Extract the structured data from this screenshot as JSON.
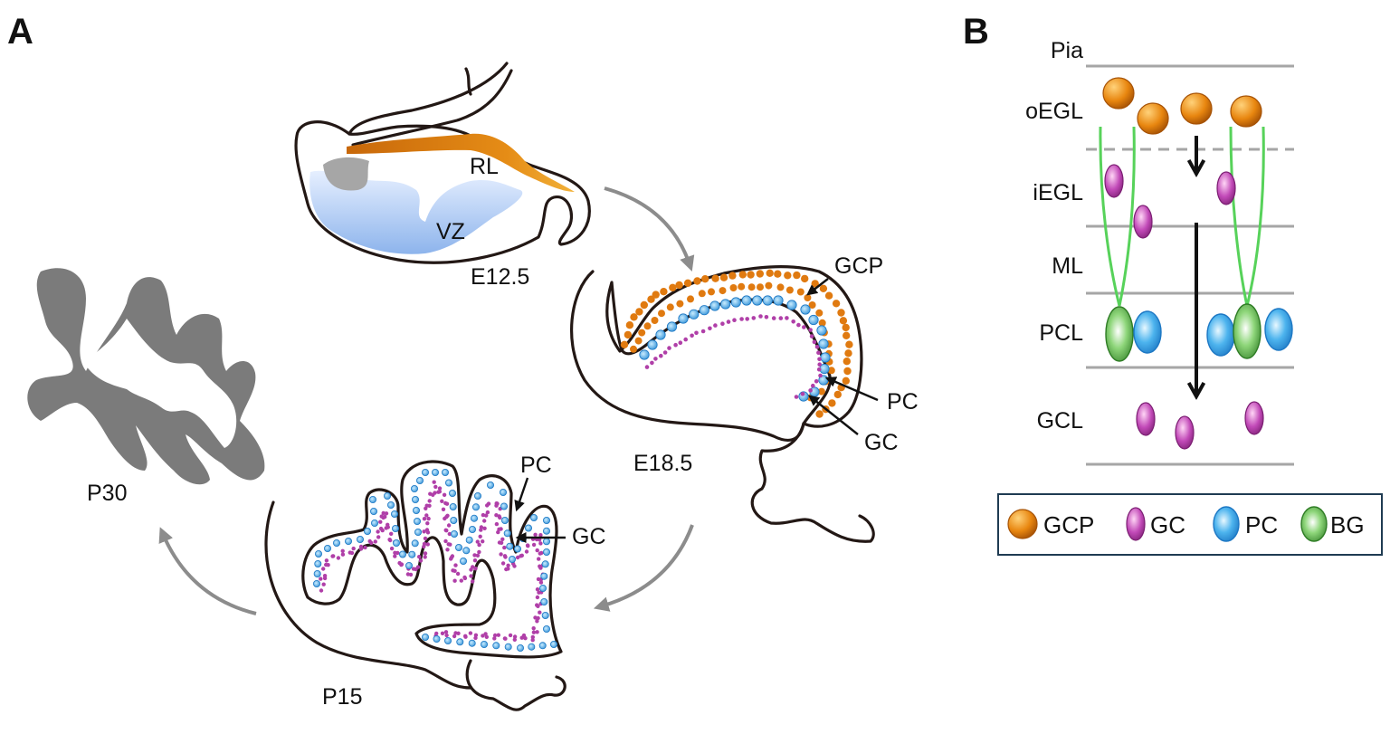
{
  "panels": {
    "a": {
      "letter": "A",
      "stages": {
        "e12": {
          "label": "E12.5",
          "rl_label": "RL",
          "vz_label": "VZ"
        },
        "e18": {
          "label": "E18.5",
          "gcp_label": "GCP",
          "pc_label": "PC",
          "gc_label": "GC"
        },
        "p15": {
          "label": "P15",
          "pc_label": "PC",
          "gc_label": "GC"
        },
        "p30": {
          "label": "P30"
        }
      }
    },
    "b": {
      "letter": "B",
      "layers": [
        "Pia",
        "oEGL",
        "iEGL",
        "ML",
        "PCL",
        "GCL"
      ],
      "legend": [
        "GCP",
        "GC",
        "PC",
        "BG"
      ]
    }
  },
  "colors": {
    "gcp": "#e07a10",
    "gc": "#b03fa8",
    "pc": "#3aa4e6",
    "bg": "#4a9a3a",
    "glia_fiber": "#57d25a",
    "rl": "#d9780f",
    "vz": "#9cc0ee",
    "p30": "#7b7b7b"
  }
}
